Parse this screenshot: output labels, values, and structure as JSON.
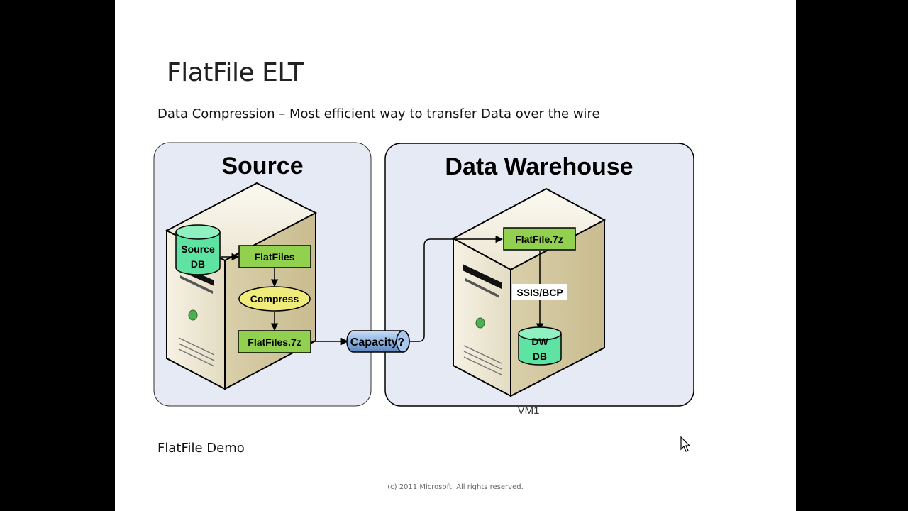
{
  "slide": {
    "title": "FlatFile ELT",
    "subtitle": "Data Compression – Most efficient way to transfer Data over the wire",
    "demo_label": "FlatFile Demo",
    "footer": "(c) 2011 Microsoft. All rights reserved."
  },
  "diagram": {
    "source_panel": {
      "heading": "Source",
      "db_line1": "Source",
      "db_line2": "DB",
      "flatfiles": "FlatFiles",
      "compress": "Compress",
      "flatfiles_7z": "FlatFiles.7z"
    },
    "pipe_label": "Capacity?",
    "warehouse_panel": {
      "heading": "Data Warehouse",
      "flatfile_7z": "FlatFile.7z",
      "process": "SSIS/BCP",
      "db_line1": "DW",
      "db_line2": "DB",
      "vm_label": "VM1"
    }
  },
  "colors": {
    "panel_fill": "#e6eaf5",
    "box_green": "#92d050",
    "cylinder_green": "#5ee3a2",
    "ellipse_yellow": "#f0ec7c",
    "pipe_blue": "#8fb4e3",
    "server_beige": "#ece5cf"
  }
}
